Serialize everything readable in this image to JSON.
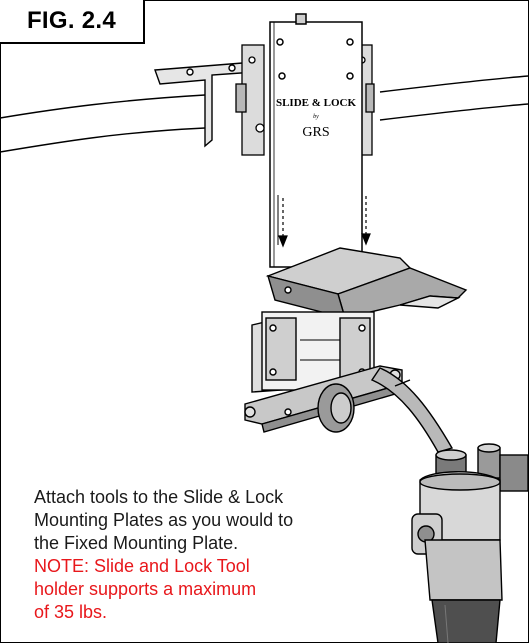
{
  "figure": {
    "label": "FIG. 2.4"
  },
  "plate_text": {
    "brand_line1": "SLIDE & LOCK",
    "brand_line2": "by",
    "brand_line3": "GRS"
  },
  "caption": {
    "line1": "Attach tools to the Slide & Lock",
    "line2": "Mounting Plates as you would to",
    "line3": "the Fixed Mounting Plate.",
    "note_line1": "NOTE: Slide and Lock Tool",
    "note_line2": "holder supports a maximum",
    "note_line3": "of 35 lbs."
  },
  "colors": {
    "note": "#e8171b",
    "line": "#000000",
    "shade_light": "#d4d4d4",
    "shade_dark": "#8a8a8a"
  }
}
